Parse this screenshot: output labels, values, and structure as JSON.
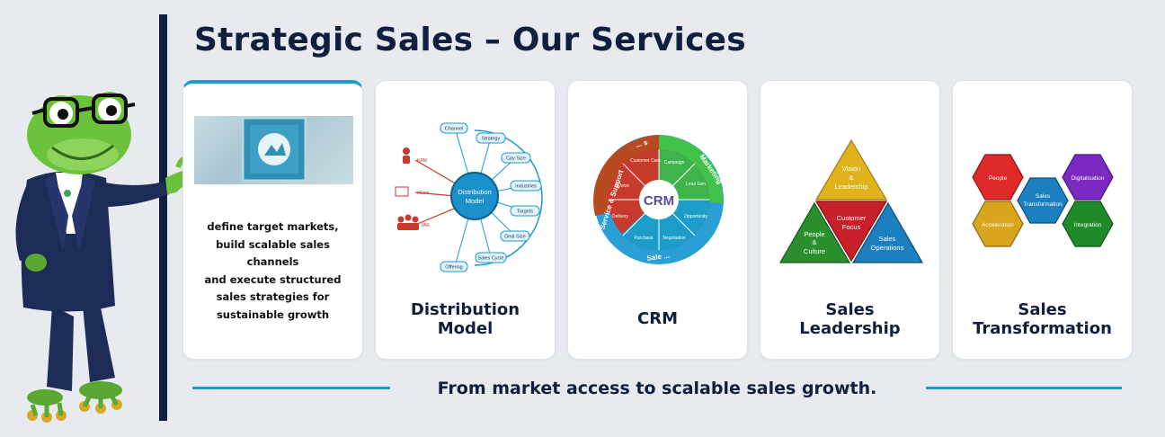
{
  "header": {
    "title": "Strategic Sales – Our Services"
  },
  "cards": [
    {
      "title_lines": [],
      "description_lines": [
        "define target markets,",
        "build scalable sales channels",
        "and execute structured",
        "sales strategies for",
        "sustainable growth"
      ]
    },
    {
      "title_lines": [
        "Distribution",
        "Model"
      ],
      "diagram": {
        "center_lines": [
          "Distribution",
          "Model"
        ],
        "nodes": [
          "Channel",
          "Strategy",
          "Cpy Size",
          "Industries",
          "Targets",
          "Deal Size",
          "Sales Cycle",
          "Offering"
        ],
        "people": [
          "KAM",
          "oCom",
          "VAR"
        ]
      }
    },
    {
      "title_lines": [
        "CRM"
      ],
      "diagram": {
        "center": "CRM",
        "outer": [
          "Marketing",
          "Sale ...",
          "Service & Support",
          "... s"
        ],
        "segments": [
          "Customer Care",
          "Campaign",
          "Lead Gen",
          "Opportunity",
          "Negotiation",
          "Purchase",
          "Delivery",
          "Invoice"
        ]
      }
    },
    {
      "title_lines": [
        "Sales",
        "Leadership"
      ],
      "diagram": {
        "top": [
          "Vision",
          "&",
          "Leadership"
        ],
        "center": [
          "Customer",
          "Focus"
        ],
        "left": [
          "People",
          "&",
          "Culture"
        ],
        "right": [
          "Sales",
          "Operations"
        ]
      }
    },
    {
      "title_lines": [
        "Sales",
        "Transformation"
      ],
      "diagram": {
        "hexes": [
          "People",
          "Acceleration",
          "Digitalisation",
          "Integration"
        ],
        "center": [
          "Sales",
          "Transformation"
        ]
      }
    }
  ],
  "footer": {
    "tagline": "From market access to scalable sales growth."
  },
  "colors": {
    "navy": "#0f1f3d",
    "accent": "#1b9cc9",
    "frog": "#6cc23a",
    "suit": "#1d2b57"
  }
}
